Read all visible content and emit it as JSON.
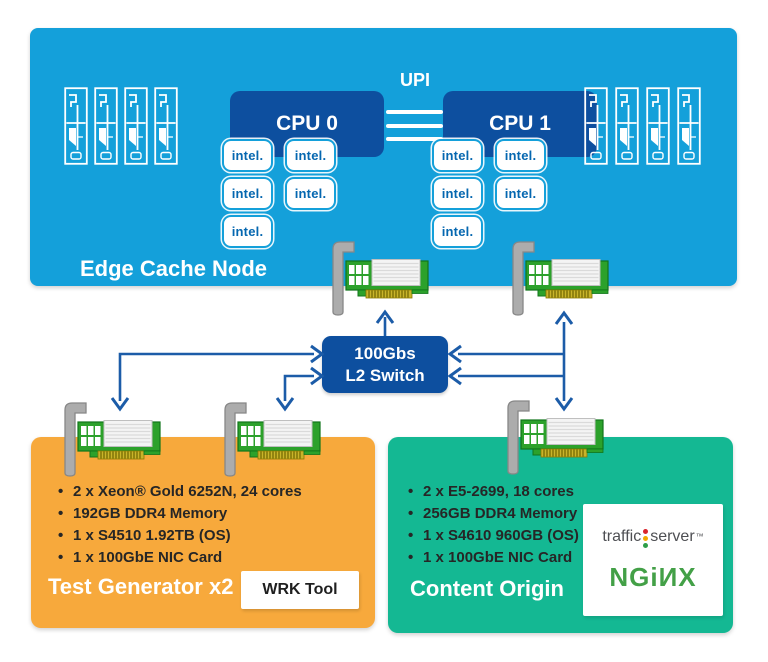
{
  "diagram": {
    "edge_node": {
      "label": "Edge Cache Node",
      "cpu0_label": "CPU 0",
      "cpu1_label": "CPU 1",
      "upi_label": "UPI",
      "intel_badge_label": "intel."
    },
    "switch": {
      "line1": "100Gbs",
      "line2": "L2 Switch"
    },
    "test_generator": {
      "title": "Test Generator x2",
      "specs": [
        "2 x Xeon® Gold 6252N, 24 cores",
        "192GB DDR4 Memory",
        "1 x S4510 1.92TB (OS)",
        "1 x 100GbE NIC Card"
      ],
      "tool_label": "WRK Tool"
    },
    "content_origin": {
      "title": "Content Origin",
      "specs": [
        "2 x E5-2699, 18 cores",
        "256GB DDR4 Memory",
        "1 x S4610 960GB (OS)",
        "1 x 100GbE NIC Card"
      ],
      "traffic_server_logo": {
        "word1": "traffic",
        "word2": "server",
        "tm": "™"
      },
      "nginx_label": "NGiИX"
    },
    "colors": {
      "edge_box": "#14A0DA",
      "cpu_box": "#0D4F9F",
      "switch_box": "#0D4F9F",
      "arrow": "#1C5CA8",
      "test_generator_box": "#F7A93C",
      "content_origin_box": "#14B893",
      "nic_green": "#2CA12B",
      "intel_blue": "#0567B0",
      "nginx_green": "#43A047",
      "traffic_dot_red": "#D9252C",
      "traffic_dot_yellow": "#F2A900",
      "traffic_dot_green": "#2E9E49"
    }
  }
}
